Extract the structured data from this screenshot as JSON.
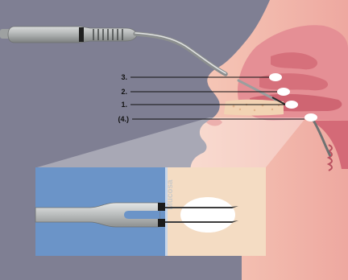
{
  "figure": {
    "labels": [
      "3.",
      "2.",
      "1.",
      "(4.)"
    ],
    "inset_label": "Mucosa"
  },
  "colors": {
    "background": "#7f7f93",
    "skin": "#f3bcab",
    "tissue_pink": "#e58f95",
    "bone": "#f2d3b3",
    "inset_blue": "#6b94c8",
    "inset_cream": "#f4dcc3",
    "probe_gray": "#a9abab",
    "electrode_white": "#ffffff"
  }
}
